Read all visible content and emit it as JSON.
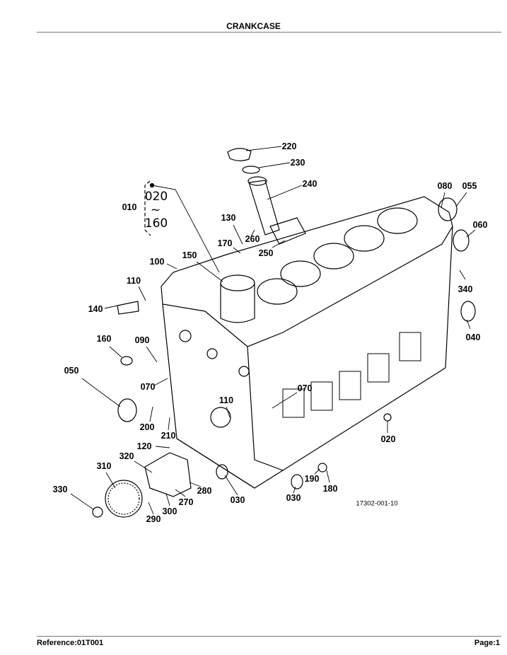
{
  "header": {
    "title": "CRANKCASE"
  },
  "footer": {
    "reference": "Reference:01T001",
    "page": "Page:1"
  },
  "diagram": {
    "drawing_code": "17302-001-10",
    "group": {
      "label": "010",
      "range_start": "020",
      "range_sep": "~",
      "range_end": "160"
    },
    "callouts": [
      "220",
      "230",
      "240",
      "080",
      "055",
      "130",
      "260",
      "060",
      "170",
      "250",
      "100",
      "150",
      "110",
      "340",
      "140",
      "040",
      "160",
      "090",
      "050",
      "070",
      "070",
      "110",
      "200",
      "210",
      "020",
      "120",
      "320",
      "310",
      "190",
      "280",
      "180",
      "330",
      "030",
      "030",
      "270",
      "300",
      "290"
    ]
  }
}
